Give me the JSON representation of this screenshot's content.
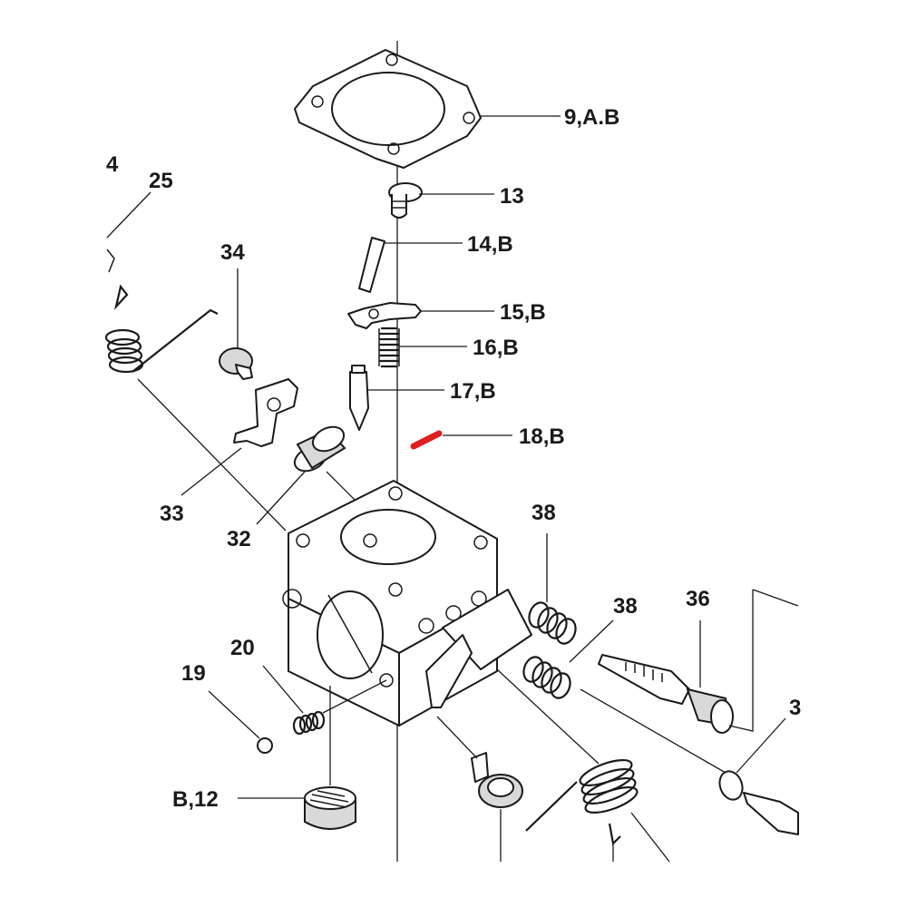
{
  "diagram": {
    "highlight_color": "#e02020",
    "callouts": [
      {
        "id": "c-9",
        "label": "9,A.B"
      },
      {
        "id": "c-13",
        "label": "13"
      },
      {
        "id": "c-14",
        "label": "14,B"
      },
      {
        "id": "c-15",
        "label": "15,B"
      },
      {
        "id": "c-16",
        "label": "16,B"
      },
      {
        "id": "c-17",
        "label": "17,B"
      },
      {
        "id": "c-18",
        "label": "18,B"
      },
      {
        "id": "c-4",
        "label": "4"
      },
      {
        "id": "c-25",
        "label": "25"
      },
      {
        "id": "c-34",
        "label": "34"
      },
      {
        "id": "c-33",
        "label": "33"
      },
      {
        "id": "c-32",
        "label": "32"
      },
      {
        "id": "c-38a",
        "label": "38"
      },
      {
        "id": "c-38b",
        "label": "38"
      },
      {
        "id": "c-36",
        "label": "36"
      },
      {
        "id": "c-3x",
        "label": "3"
      },
      {
        "id": "c-20",
        "label": "20"
      },
      {
        "id": "c-19",
        "label": "19"
      },
      {
        "id": "c-12",
        "label": "B,12"
      }
    ]
  }
}
